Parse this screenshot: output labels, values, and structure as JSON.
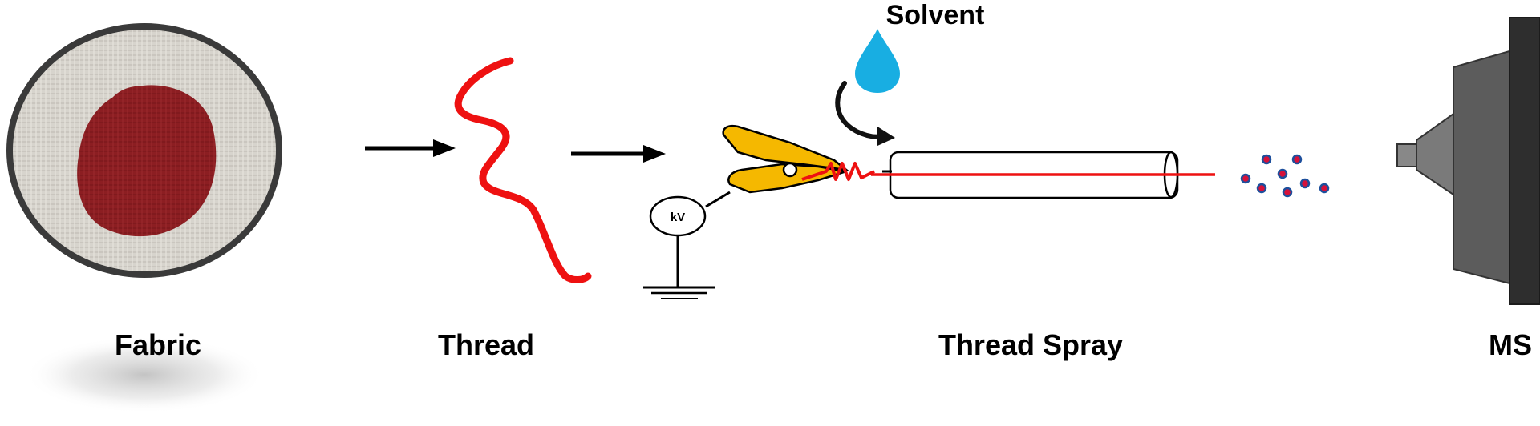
{
  "labels": {
    "fabric": "Fabric",
    "thread": "Thread",
    "thread_spray": "Thread Spray",
    "ms": "MS",
    "solvent": "Solvent",
    "kv": "kV"
  },
  "colors": {
    "stain": "#8e1f22",
    "fabric": "#d6d3cc",
    "thread": "#ee1111",
    "solvent": "#18aee2",
    "clip": "#f5b800",
    "ms_body": "#5c5c5c",
    "ms_plate": "#2e2e2e"
  }
}
